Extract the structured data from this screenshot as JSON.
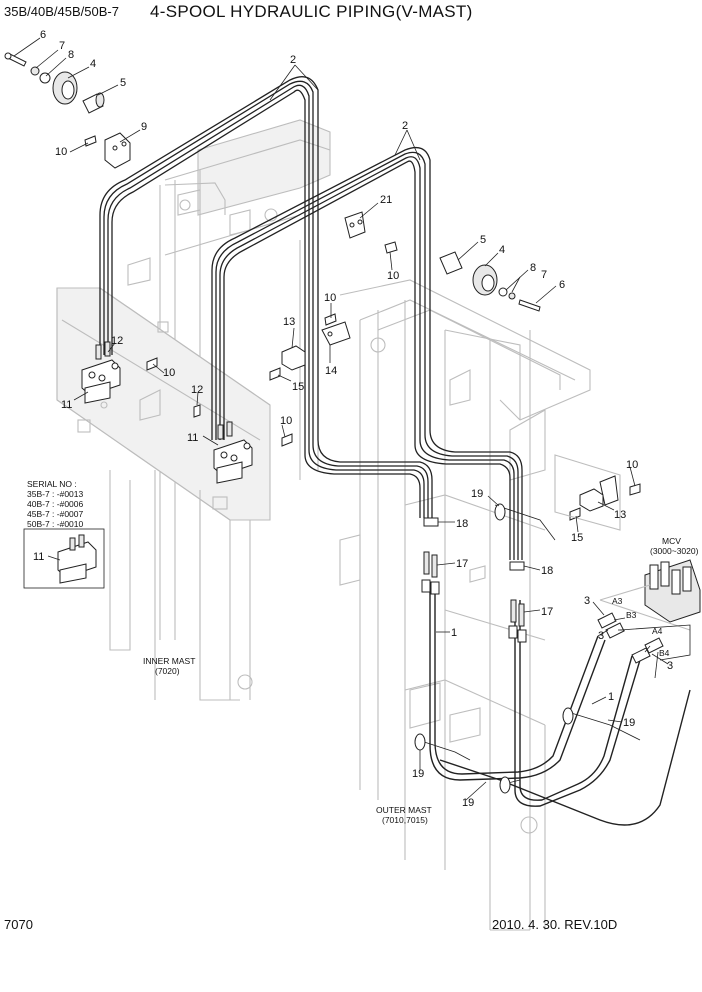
{
  "header": {
    "model_code": "35B/40B/45B/50B-7",
    "title": "4-SPOOL HYDRAULIC PIPING(V-MAST)"
  },
  "footer": {
    "page_number": "7070",
    "revision": "2010.  4. 30. REV.10D"
  },
  "serial_box": {
    "heading": "SERIAL NO :",
    "rows": [
      "35B-7 : -#0013",
      "40B-7 : -#0006",
      "45B-7 : -#0007",
      "50B-7 : -#0010"
    ],
    "callout": "11"
  },
  "labels": {
    "inner_mast": "INNER MAST",
    "inner_mast_code": "(7020)",
    "outer_mast": "OUTER MAST",
    "outer_mast_code": "(7010,7015)",
    "mcv": "MCV",
    "mcv_code": "(3000~3020)",
    "port_a3": "A3",
    "port_b3": "B3",
    "port_a4": "A4",
    "port_b4": "B4"
  },
  "callouts": [
    {
      "id": "c6a",
      "text": "6"
    },
    {
      "id": "c7a",
      "text": "7"
    },
    {
      "id": "c8a",
      "text": "8"
    },
    {
      "id": "c4a",
      "text": "4"
    },
    {
      "id": "c5a",
      "text": "5"
    },
    {
      "id": "c9",
      "text": "9"
    },
    {
      "id": "c10a",
      "text": "10"
    },
    {
      "id": "c2a",
      "text": "2"
    },
    {
      "id": "c2b",
      "text": "2"
    },
    {
      "id": "c21",
      "text": "21"
    },
    {
      "id": "c5b",
      "text": "5"
    },
    {
      "id": "c4b",
      "text": "4"
    },
    {
      "id": "c10b",
      "text": "10"
    },
    {
      "id": "c8b",
      "text": "8"
    },
    {
      "id": "c7b",
      "text": "7"
    },
    {
      "id": "c6b",
      "text": "6"
    },
    {
      "id": "c10c",
      "text": "10"
    },
    {
      "id": "c13a",
      "text": "13"
    },
    {
      "id": "c14",
      "text": "14"
    },
    {
      "id": "c15a",
      "text": "15"
    },
    {
      "id": "c12a",
      "text": "12"
    },
    {
      "id": "c10d",
      "text": "10"
    },
    {
      "id": "c11a",
      "text": "11"
    },
    {
      "id": "c12b",
      "text": "12"
    },
    {
      "id": "c10e",
      "text": "10"
    },
    {
      "id": "c11b",
      "text": "11"
    },
    {
      "id": "c10f",
      "text": "10"
    },
    {
      "id": "c13b",
      "text": "13"
    },
    {
      "id": "c15b",
      "text": "15"
    },
    {
      "id": "c19a",
      "text": "19"
    },
    {
      "id": "c18a",
      "text": "18"
    },
    {
      "id": "c17a",
      "text": "17"
    },
    {
      "id": "c18b",
      "text": "18"
    },
    {
      "id": "c17b",
      "text": "17"
    },
    {
      "id": "c1a",
      "text": "1"
    },
    {
      "id": "c3a",
      "text": "3"
    },
    {
      "id": "c3b",
      "text": "3"
    },
    {
      "id": "c3c",
      "text": "3"
    },
    {
      "id": "c1b",
      "text": "1"
    },
    {
      "id": "c19b",
      "text": "19"
    },
    {
      "id": "c19c",
      "text": "19"
    },
    {
      "id": "c19d",
      "text": "19"
    }
  ]
}
